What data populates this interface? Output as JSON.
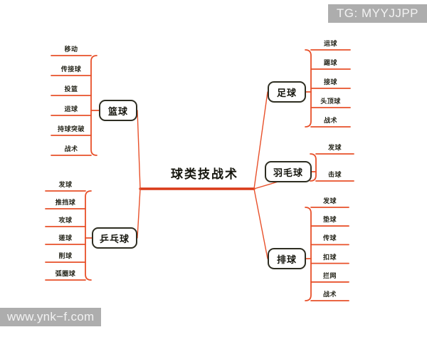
{
  "diagram": {
    "type": "mindmap",
    "center": {
      "label": "球类技战术"
    },
    "line_color": "#e8502a",
    "trunk_color": "#d93a18",
    "node_border_color": "#2e2e22",
    "branches": [
      {
        "id": "basketball",
        "label": "篮球",
        "side": "left",
        "children": [
          {
            "label": "移动"
          },
          {
            "label": "传接球"
          },
          {
            "label": "投篮"
          },
          {
            "label": "运球"
          },
          {
            "label": "持球突破"
          },
          {
            "label": "战术"
          }
        ]
      },
      {
        "id": "tabletennis",
        "label": "乒乓球",
        "side": "left",
        "children": [
          {
            "label": "发球"
          },
          {
            "label": "推挡球"
          },
          {
            "label": "攻球"
          },
          {
            "label": "搓球"
          },
          {
            "label": "削球"
          },
          {
            "label": "弧圈球"
          }
        ]
      },
      {
        "id": "football",
        "label": "足球",
        "side": "right",
        "children": [
          {
            "label": "运球"
          },
          {
            "label": "踢球"
          },
          {
            "label": "接球"
          },
          {
            "label": "头顶球"
          },
          {
            "label": "战术"
          }
        ]
      },
      {
        "id": "badminton",
        "label": "羽毛球",
        "side": "right",
        "children": [
          {
            "label": "发球"
          },
          {
            "label": "击球"
          }
        ]
      },
      {
        "id": "volleyball",
        "label": "排球",
        "side": "right",
        "children": [
          {
            "label": "发球"
          },
          {
            "label": "垫球"
          },
          {
            "label": "传球"
          },
          {
            "label": "扣球"
          },
          {
            "label": "拦网"
          },
          {
            "label": "战术"
          }
        ]
      }
    ]
  },
  "watermarks": {
    "top_right": "TG: MYYJJPP",
    "bottom_left": "www.ynk−f.com"
  }
}
